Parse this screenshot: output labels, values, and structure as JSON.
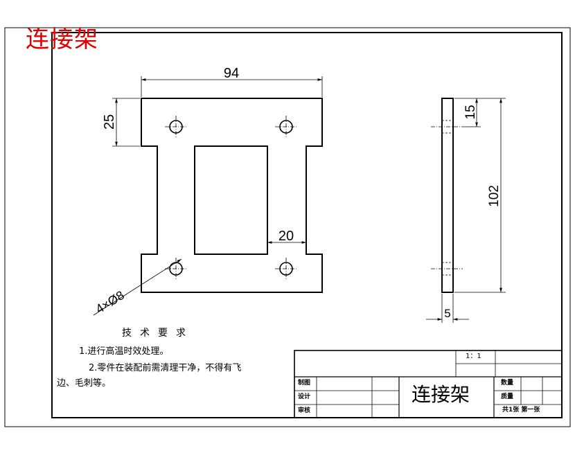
{
  "drawing": {
    "part_name_red": "连接架",
    "dimensions": {
      "width": "94",
      "top_offset": "25",
      "slot_wall": "20",
      "holes": "4×Ø8",
      "side_top": "15",
      "side_height": "102",
      "thickness": "5"
    }
  },
  "requirements": {
    "title": "技术要求",
    "line1": "1.进行高温时效处理。",
    "line2": "2.零件在装配前需清理干净，不得有飞",
    "line3": "边、毛刺等。"
  },
  "title_block": {
    "scale": "1：1",
    "drawn_label": "制图",
    "design_label": "设计",
    "review_label": "审核",
    "part_name": "连接架",
    "quantity_label": "数量",
    "material_label": "质量",
    "sheet_info": "共1张 第一张"
  }
}
